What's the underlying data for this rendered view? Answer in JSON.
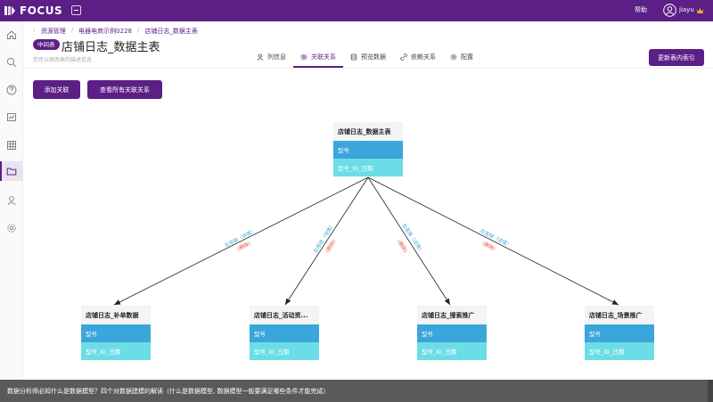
{
  "topbar": {
    "logo_text": "FOCUS",
    "help": "帮助",
    "username": "jiayu"
  },
  "breadcrumb": [
    "资源管理",
    "电器电商示例0228",
    "店铺日志_数据主表"
  ],
  "header": {
    "tag": "中间表",
    "title": "店铺日志_数据主表",
    "description": "您可以修改表的描述信息"
  },
  "tabs": [
    {
      "label": "列信息",
      "icon": "person-icon"
    },
    {
      "label": "关联关系",
      "icon": "gear-icon",
      "active": true
    },
    {
      "label": "预览数据",
      "icon": "database-icon"
    },
    {
      "label": "依赖关系",
      "icon": "link-icon"
    },
    {
      "label": "配置",
      "icon": "settings-icon"
    }
  ],
  "buttons": {
    "update_index": "更新表内索引",
    "add_relation": "添加关联",
    "view_all": "查看所有关联关系"
  },
  "diagram": {
    "root": {
      "title": "店铺日志_数据主表",
      "fields": [
        "型号",
        "型号_ID_日期"
      ]
    },
    "children": [
      {
        "title": "店铺日志_补单数据",
        "fields": [
          "型号",
          "型号_ID_日期"
        ],
        "label": "左连接（详情）",
        "delete": "(删除)"
      },
      {
        "title": "店铺日志_活动资...",
        "fields": [
          "型号",
          "型号_ID_日期"
        ],
        "label": "左连接（详情）",
        "delete": "(删除)"
      },
      {
        "title": "店铺日志_搜索推广",
        "fields": [
          "型号",
          "型号_ID_日期"
        ],
        "label": "左连接（详情）",
        "delete": "(删除)"
      },
      {
        "title": "店铺日志_场景推广",
        "fields": [
          "型号",
          "型号_ID_日期"
        ],
        "label": "左连接（详情）",
        "delete": "(删除)"
      }
    ]
  },
  "footer": {
    "text": "数据分析师必知什么是数据模型？四个对数据建模的解读（什么是数据模型, 数据模型一般要满足哪些条件才能完成）"
  },
  "colors": {
    "brand": "#5b1f86",
    "field_primary": "#3aa6db",
    "field_secondary": "#6cdde6",
    "delete_red": "#e74c3c"
  }
}
